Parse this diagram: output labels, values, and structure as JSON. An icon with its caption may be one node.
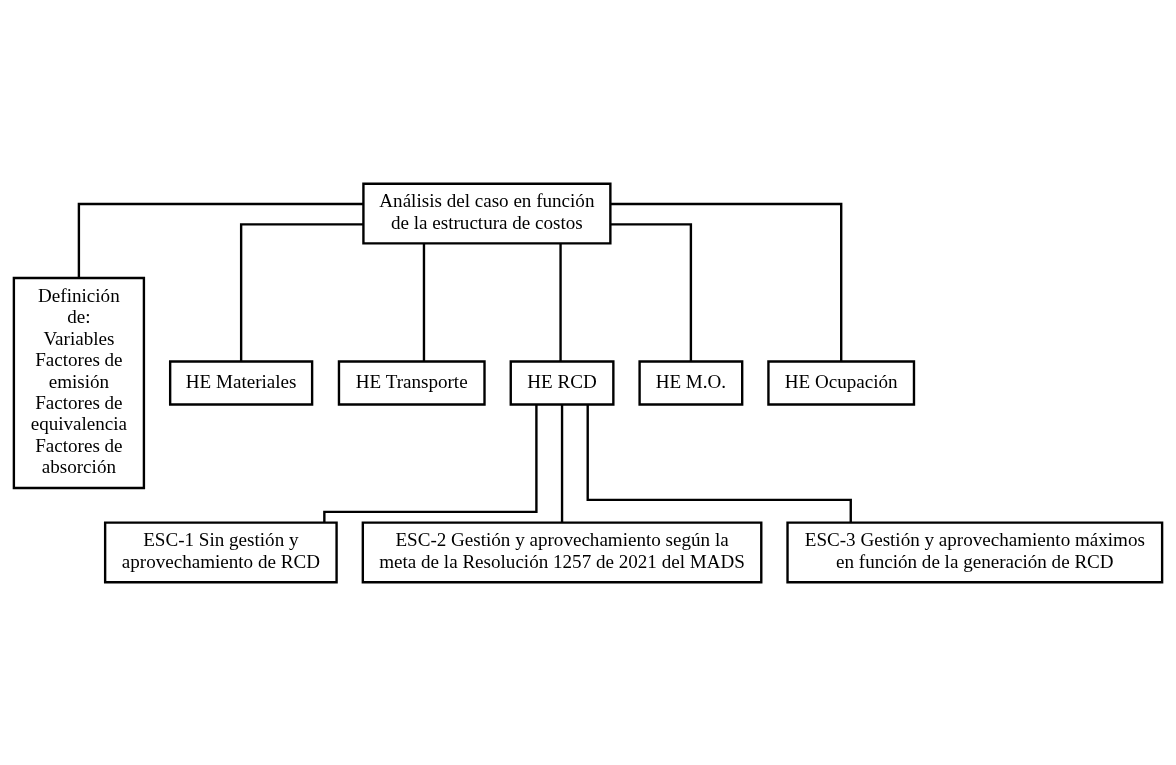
{
  "diagram": {
    "nodes": [
      {
        "text": [
          "Análisis del caso en función de la estructura de costos"
        ]
      },
      {
        "text": [
          "Definición de:",
          "Variables",
          "Factores de emisión",
          "Factores de equivalencia",
          "Factores de absorción"
        ]
      },
      {
        "text": [
          "HE Materiales"
        ]
      },
      {
        "text": [
          "HE Transporte"
        ]
      },
      {
        "text": [
          "HE RCD"
        ]
      },
      {
        "text": [
          "HE M.O."
        ]
      },
      {
        "text": [
          "HE Ocupación"
        ]
      },
      {
        "text": [
          "ESC-1 Sin gestión y aprovechamiento de RCD"
        ]
      },
      {
        "text": [
          "ESC-2 Gestión y aprovechamiento según la meta de la Resolución 1257 de 2021 del MADS"
        ]
      },
      {
        "text": [
          "ESC-3 Gestión y aprovechamiento máximos en función de la generación de RCD"
        ]
      }
    ],
    "edges": [
      {
        "from": 0,
        "to": 1,
        "arrow": "none"
      },
      {
        "from": 0,
        "to": 2,
        "arrow": "none"
      },
      {
        "from": 0,
        "to": 3,
        "arrow": "none"
      },
      {
        "from": 0,
        "to": 4,
        "arrow": "none"
      },
      {
        "from": 0,
        "to": 5,
        "arrow": "none"
      },
      {
        "from": 0,
        "to": 6,
        "arrow": "none"
      },
      {
        "from": 4,
        "to": 7,
        "arrow": "none"
      },
      {
        "from": 4,
        "to": 8,
        "arrow": "none"
      },
      {
        "from": 4,
        "to": 9,
        "arrow": "none"
      }
    ]
  }
}
